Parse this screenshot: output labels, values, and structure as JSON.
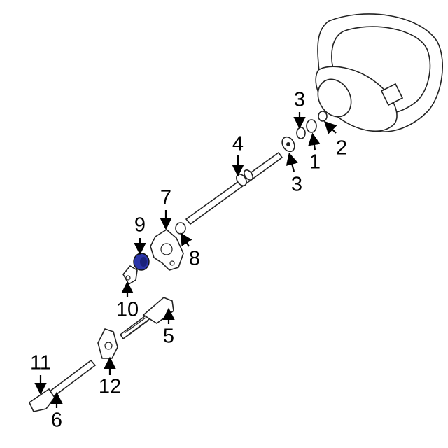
{
  "diagram": {
    "highlight_color": "#2b35a8",
    "callouts": [
      {
        "id": "callout-3-top",
        "label": "3"
      },
      {
        "id": "callout-2",
        "label": "2"
      },
      {
        "id": "callout-1",
        "label": "1"
      },
      {
        "id": "callout-3-bottom",
        "label": "3"
      },
      {
        "id": "callout-4",
        "label": "4"
      },
      {
        "id": "callout-7",
        "label": "7"
      },
      {
        "id": "callout-9",
        "label": "9"
      },
      {
        "id": "callout-8",
        "label": "8"
      },
      {
        "id": "callout-10",
        "label": "10"
      },
      {
        "id": "callout-5",
        "label": "5"
      },
      {
        "id": "callout-11",
        "label": "11"
      },
      {
        "id": "callout-12",
        "label": "12"
      },
      {
        "id": "callout-6",
        "label": "6"
      }
    ]
  }
}
